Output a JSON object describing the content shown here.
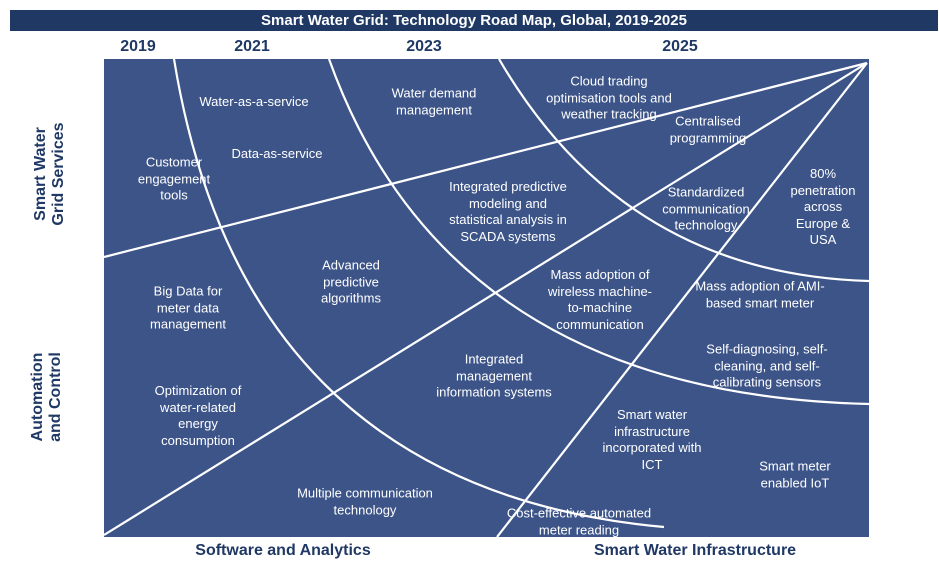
{
  "title": "Smart Water Grid: Technology Road Map, Global, 2019-2025",
  "years": [
    "2019",
    "2021",
    "2023",
    "2025"
  ],
  "row_labels": {
    "services": "Smart Water Grid Services",
    "automation": "Automation and Control"
  },
  "bottom_labels": {
    "software": "Software and Analytics",
    "infrastructure": "Smart Water Infrastructure"
  },
  "annotations": [
    "Customer\nengagement\ntools",
    "Water-as-a-service",
    "Data-as-service",
    "Water demand\nmanagement",
    "Cloud trading\noptimisation tools and\nweather tracking",
    "Centralised\nprogramming",
    "Integrated predictive\nmodeling and\nstatistical analysis in\nSCADA systems",
    "Standardized\ncommunication\ntechnology",
    "80%\npenetration\nacross\nEurope &\nUSA",
    "Big Data  for\nmeter data\nmanagement",
    "Advanced\npredictive\nalgorithms",
    "Mass adoption of\nwireless machine-\nto-machine\ncommunication",
    "Mass adoption of AMI-\nbased smart meter",
    "Optimization of\nwater-related\nenergy\nconsumption",
    "Integrated\nmanagement\ninformation systems",
    "Self-diagnosing, self-\ncleaning, and self-\ncalibrating  sensors",
    "Smart water\ninfrastructure\nincorporated with\nICT",
    "Smart meter\nenabled IoT",
    "Multiple communication\ntechnology",
    "Cost-effective automated\nmeter reading"
  ],
  "colors": {
    "title_bar": "#1f3864",
    "label_text": "#1f3864",
    "map_background": "#3c5488",
    "line": "#ffffff"
  }
}
